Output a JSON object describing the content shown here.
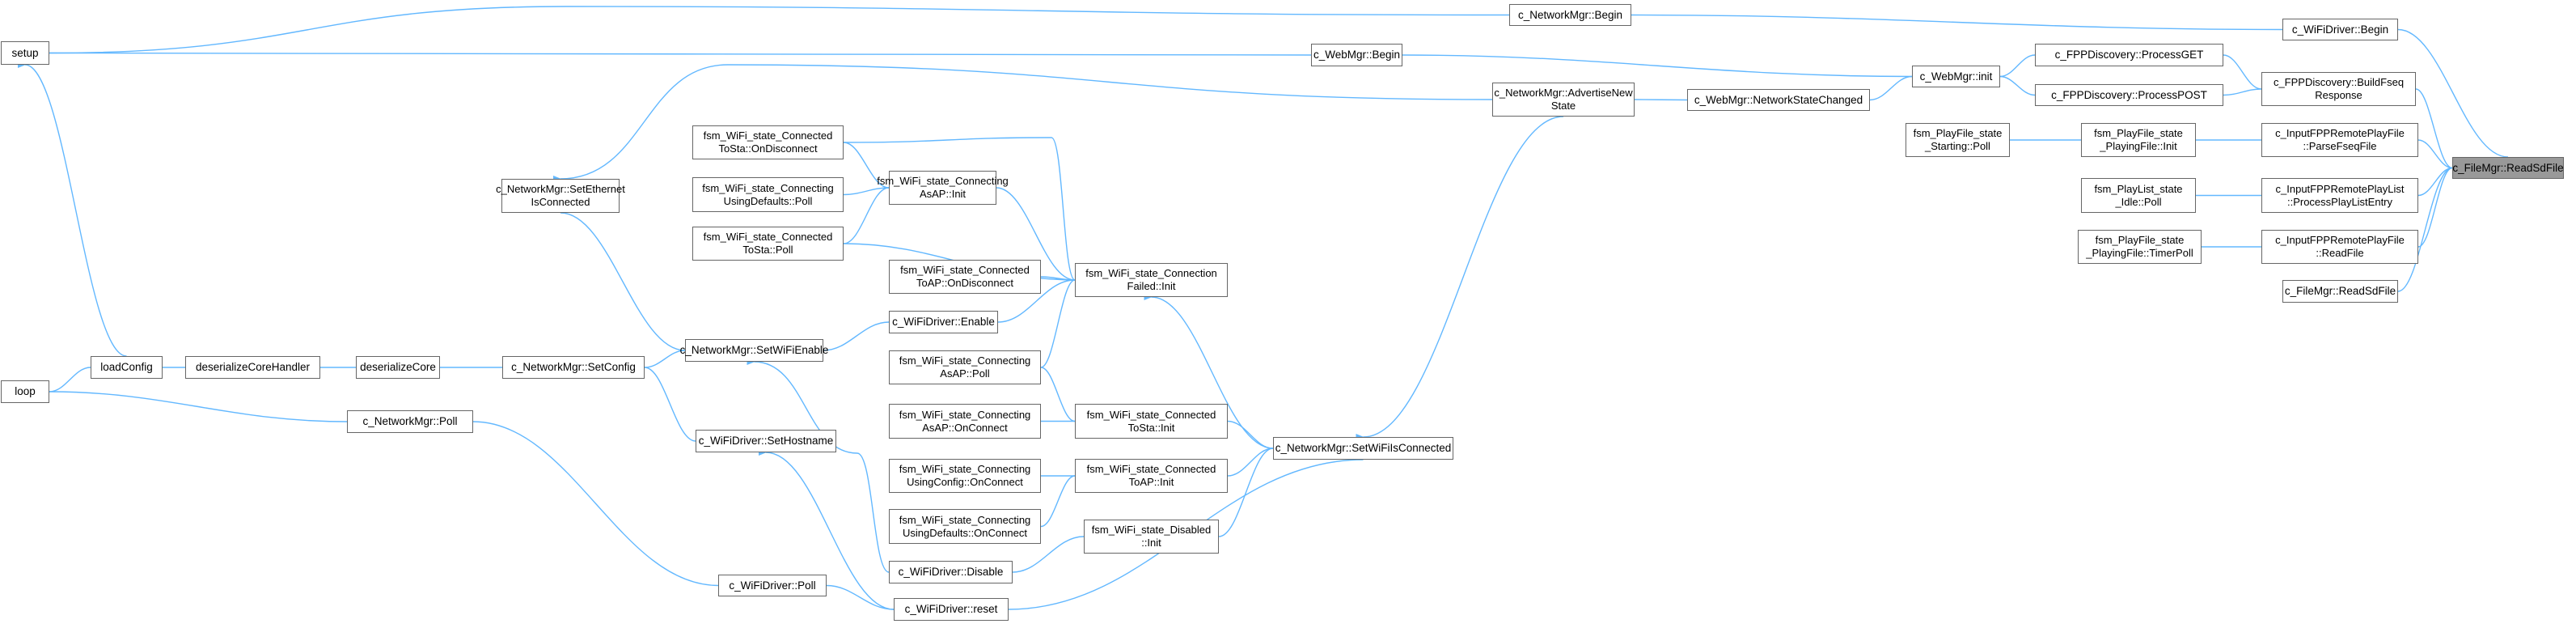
{
  "graph": {
    "root": "c_FileMgr::ReadSdFile",
    "edge_color": "#63b8ff",
    "node_border_color": "#666666",
    "root_fill_color": "#999999",
    "nodes": {
      "setup": "setup",
      "loop": "loop",
      "loadConfig": "loadConfig",
      "deserializeCoreHandler": "deserializeCoreHandler",
      "deserializeCore": "deserializeCore",
      "setConfig": "c_NetworkMgr::SetConfig",
      "setEth": "c_NetworkMgr::SetEthernet\nIsConnected",
      "setWiFiEnable": "c_NetworkMgr::SetWiFiEnable",
      "nmPoll": "c_NetworkMgr::Poll",
      "setHostname": "c_WiFiDriver::SetHostname",
      "wdPoll": "c_WiFiDriver::Poll",
      "wdReset": "c_WiFiDriver::reset",
      "wdEnable": "c_WiFiDriver::Enable",
      "wdDisable": "c_WiFiDriver::Disable",
      "cToStaDisc": "fsm_WiFi_state_Connected\nToSta::OnDisconnect",
      "cUsingDefPoll": "fsm_WiFi_state_Connecting\nUsingDefaults::Poll",
      "cToStaPoll": "fsm_WiFi_state_Connected\nToSta::Poll",
      "cToApDisc": "fsm_WiFi_state_Connected\nToAP::OnDisconnect",
      "cAsApPoll": "fsm_WiFi_state_Connecting\nAsAP::Poll",
      "cAsApOnConnect": "fsm_WiFi_state_Connecting\nAsAP::OnConnect",
      "cUsingCfgOnConnect": "fsm_WiFi_state_Connecting\nUsingConfig::OnConnect",
      "cUsingDefOnConnect": "fsm_WiFi_state_Connecting\nUsingDefaults::OnConnect",
      "cAsApInit": "fsm_WiFi_state_Connecting\nAsAP::Init",
      "connFailedInit": "fsm_WiFi_state_Connection\nFailed::Init",
      "cToStaInit": "fsm_WiFi_state_Connected\nToSta::Init",
      "cToApInit": "fsm_WiFi_state_Connected\nToAP::Init",
      "disabledInit": "fsm_WiFi_state_Disabled\n::Init",
      "setWiFiConnected": "c_NetworkMgr::SetWiFiIsConnected",
      "advertise": "c_NetworkMgr::AdvertiseNew\nState",
      "nmBegin": "c_NetworkMgr::Begin",
      "webBegin": "c_WebMgr::Begin",
      "netStateChanged": "c_WebMgr::NetworkStateChanged",
      "webInit": "c_WebMgr::init",
      "fppGet": "c_FPPDiscovery::ProcessGET",
      "fppPost": "c_FPPDiscovery::ProcessPOST",
      "wdBegin": "c_WiFiDriver::Begin",
      "buildFseq": "c_FPPDiscovery::BuildFseq\nResponse",
      "startingPoll": "fsm_PlayFile_state\n_Starting::Poll",
      "playingInit": "fsm_PlayFile_state\n_PlayingFile::Init",
      "parseFseq": "c_InputFPPRemotePlayFile\n::ParseFseqFile",
      "idlePoll": "fsm_PlayList_state\n_Idle::Poll",
      "processPlayList": "c_InputFPPRemotePlayList\n::ProcessPlayListEntry",
      "timerPoll": "fsm_PlayFile_state\n_PlayingFile::TimerPoll",
      "readFile": "c_InputFPPRemotePlayFile\n::ReadFile",
      "fileMgrReadSd": "c_FileMgr::ReadSdFile",
      "readSdFile": "c_FileMgr::ReadSdFile"
    }
  }
}
